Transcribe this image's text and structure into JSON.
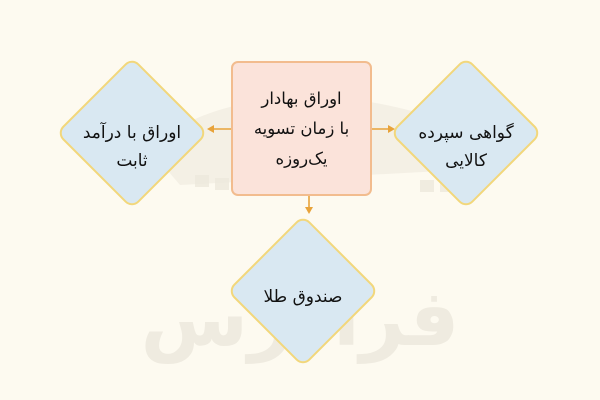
{
  "diagram": {
    "center_node": {
      "label_line1": "اوراق بهادار",
      "label_line2": "با زمان تسویه",
      "label_line3": "یک‌روزه"
    },
    "left_node": {
      "label_line1": "اوراق با درآمد",
      "label_line2": "ثابت"
    },
    "right_node": {
      "label_line1": "گواهی سپرده",
      "label_line2": "کالایی"
    },
    "bottom_node": {
      "label_line1": "صندوق طلا"
    },
    "colors": {
      "background": "#fdfaf0",
      "center_fill": "#fbe3da",
      "center_border": "#f2bc8e",
      "diamond_fill": "#d9e8f2",
      "diamond_border": "#f2d77b",
      "arrow": "#e8a33a"
    }
  },
  "watermark": {
    "text": "فرادرس"
  }
}
